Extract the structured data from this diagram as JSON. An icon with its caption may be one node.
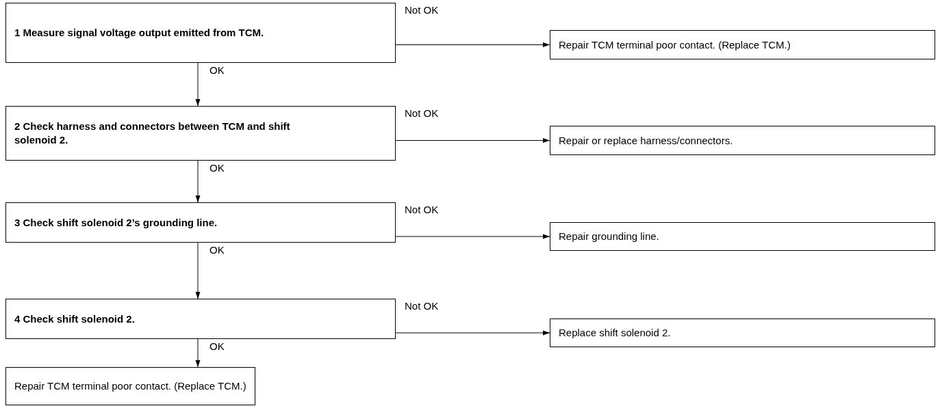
{
  "diagram": {
    "nodes": [
      {
        "text": [
          "1  Measure signal voltage output emitted from TCM."
        ]
      },
      {
        "text": [
          "Repair TCM terminal poor contact. (Replace TCM.)"
        ]
      },
      {
        "text": [
          "2  Check harness and connectors between TCM and shift solenoid 2."
        ]
      },
      {
        "text": [
          "Repair or replace harness/connectors."
        ]
      },
      {
        "text": [
          "3  Check shift solenoid 2’s grounding line."
        ]
      },
      {
        "text": [
          "Repair grounding line."
        ]
      },
      {
        "text": [
          "4  Check shift solenoid 2."
        ]
      },
      {
        "text": [
          "Replace shift solenoid 2."
        ]
      },
      {
        "text": [
          "Repair TCM terminal poor contact. (Replace TCM.)"
        ]
      }
    ],
    "edges": [
      {
        "from": 0,
        "to": 1,
        "arrow": "to",
        "label": "Not OK"
      },
      {
        "from": 0,
        "to": 2,
        "arrow": "to",
        "label": "OK"
      },
      {
        "from": 2,
        "to": 3,
        "arrow": "to",
        "label": "Not OK"
      },
      {
        "from": 2,
        "to": 4,
        "arrow": "to",
        "label": "OK"
      },
      {
        "from": 4,
        "to": 5,
        "arrow": "to",
        "label": "Not OK"
      },
      {
        "from": 4,
        "to": 6,
        "arrow": "to",
        "label": "OK"
      },
      {
        "from": 6,
        "to": 7,
        "arrow": "to",
        "label": "Not OK"
      },
      {
        "from": 6,
        "to": 8,
        "arrow": "to",
        "label": "OK"
      }
    ]
  }
}
